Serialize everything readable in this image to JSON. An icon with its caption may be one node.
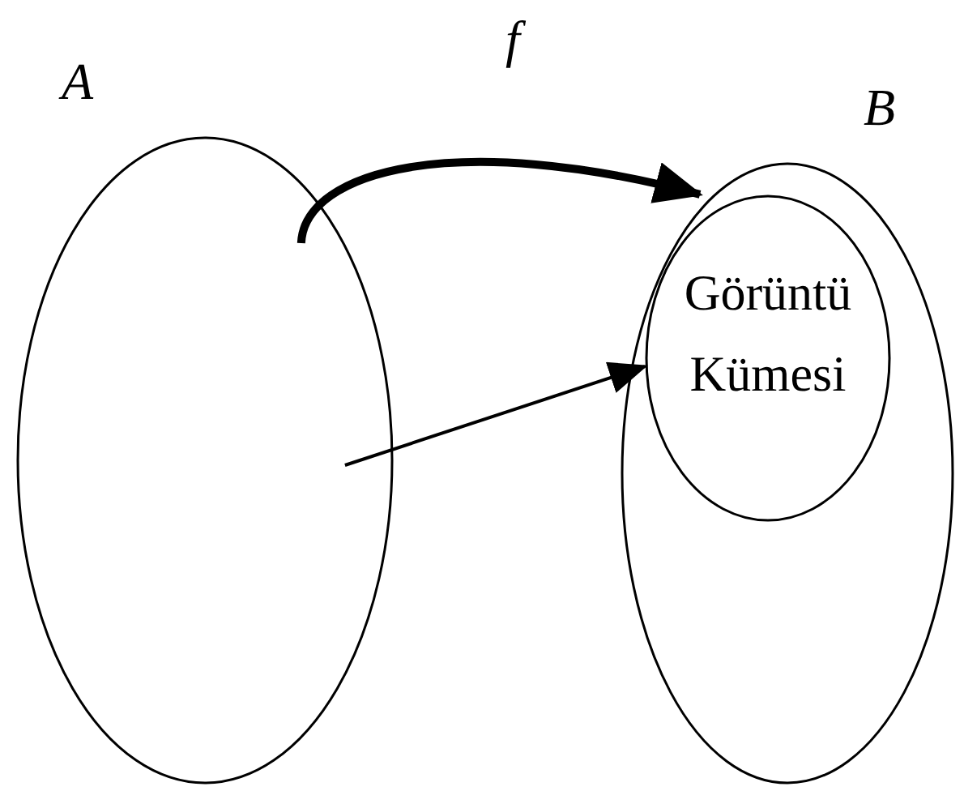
{
  "diagram": {
    "nodes": [
      {
        "text": [
          "A"
        ]
      },
      {
        "text": [
          "B"
        ]
      },
      {
        "text": [
          "Görüntü Kümesi"
        ],
        "in": 1
      }
    ],
    "edges": [
      {
        "from": 0,
        "to": 1,
        "arrow": "to",
        "label": "f",
        "style": "thick"
      },
      {
        "from": 0,
        "to": 2,
        "arrow": "to"
      }
    ]
  }
}
